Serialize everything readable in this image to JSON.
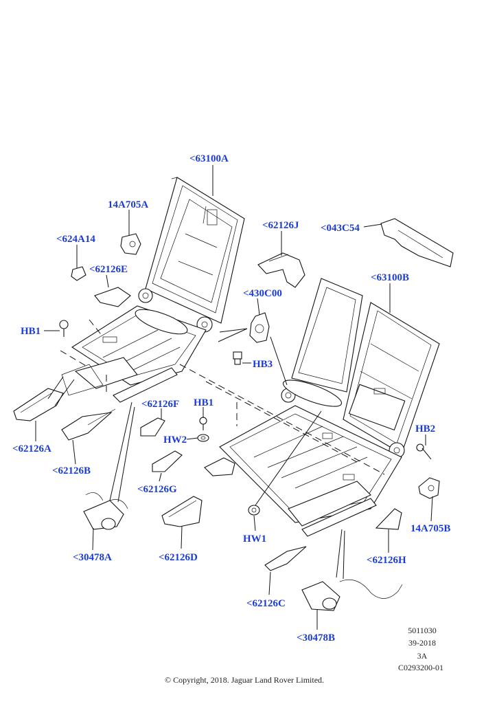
{
  "diagram": {
    "labels": {
      "l63100A": "<63100A",
      "l14A705A": "14A705A",
      "l62126J": "<62126J",
      "l043C54": "<043C54",
      "l624A14": "<624A14",
      "l62126E": "<62126E",
      "l63100B": "<63100B",
      "l430C00": "<430C00",
      "lHB1a": "HB1",
      "lHB3": "HB3",
      "l62126F": "<62126F",
      "lHB1b": "HB1",
      "lHW2": "HW2",
      "lHB2": "HB2",
      "l62126A": "<62126A",
      "l62126B": "<62126B",
      "l62126G": "<62126G",
      "l14A705B": "14A705B",
      "l30478A": "<30478A",
      "lHW1": "HW1",
      "l62126D": "<62126D",
      "l62126H": "<62126H",
      "l62126C": "<62126C",
      "l30478B": "<30478B"
    },
    "label_color": "#1a3bd6",
    "reference": {
      "line1": "5011030",
      "line2": "39-2018",
      "line3": "3A",
      "line4": "C0293200-01"
    },
    "copyright": "© Copyright, 2018. Jaguar Land Rover Limited."
  }
}
